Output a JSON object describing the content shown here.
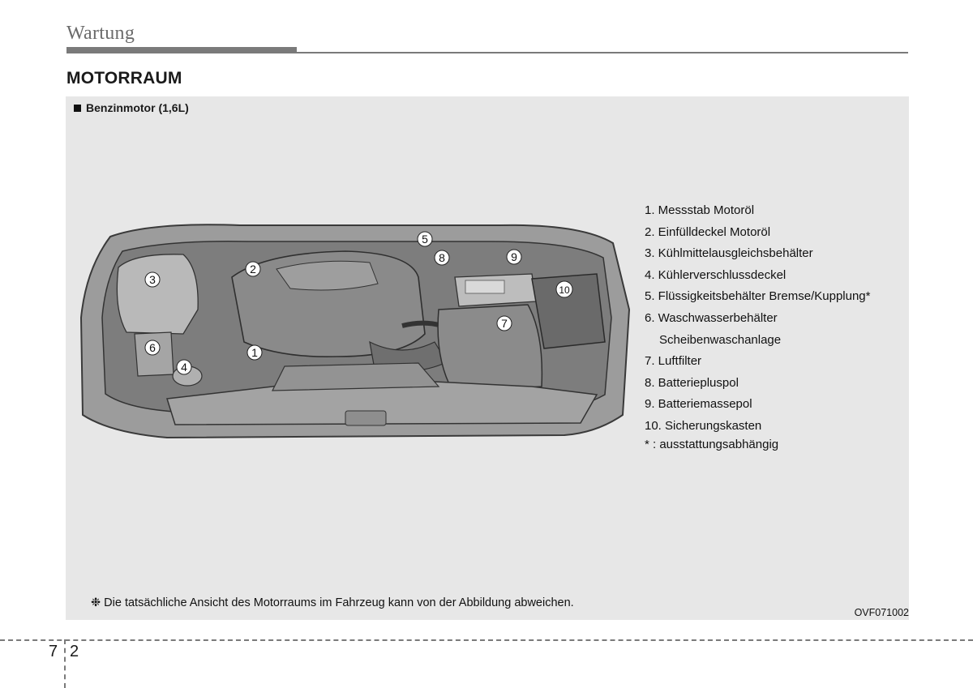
{
  "header": {
    "title": "Wartung"
  },
  "section": {
    "title": "MOTORRAUM"
  },
  "figure": {
    "subtitle": "Benzinmotor (1,6L)",
    "code": "OVF071002",
    "callouts": [
      "1",
      "2",
      "3",
      "4",
      "5",
      "6",
      "7",
      "8",
      "9",
      "10"
    ],
    "legend": [
      "1. Messstab Motoröl",
      "2. Einfülldeckel Motoröl",
      "3. Kühlmittelausgleichsbehälter",
      "4. Kühlerverschlussdeckel",
      "5. Flüssigkeitsbehälter Bremse/Kupplung*",
      "6. Waschwasserbehälter",
      "Scheibenwaschanlage",
      "7. Luftfilter",
      "8. Batteriepluspol",
      "9. Batteriemassepol",
      "10. Sicherungskasten",
      "* : ausstattungsabhängig"
    ],
    "note": "❉ Die tatsächliche Ansicht des Motorraums im Fahrzeug kann von der Abbildung abweichen."
  },
  "footer": {
    "chapter": "7",
    "page": "2"
  }
}
